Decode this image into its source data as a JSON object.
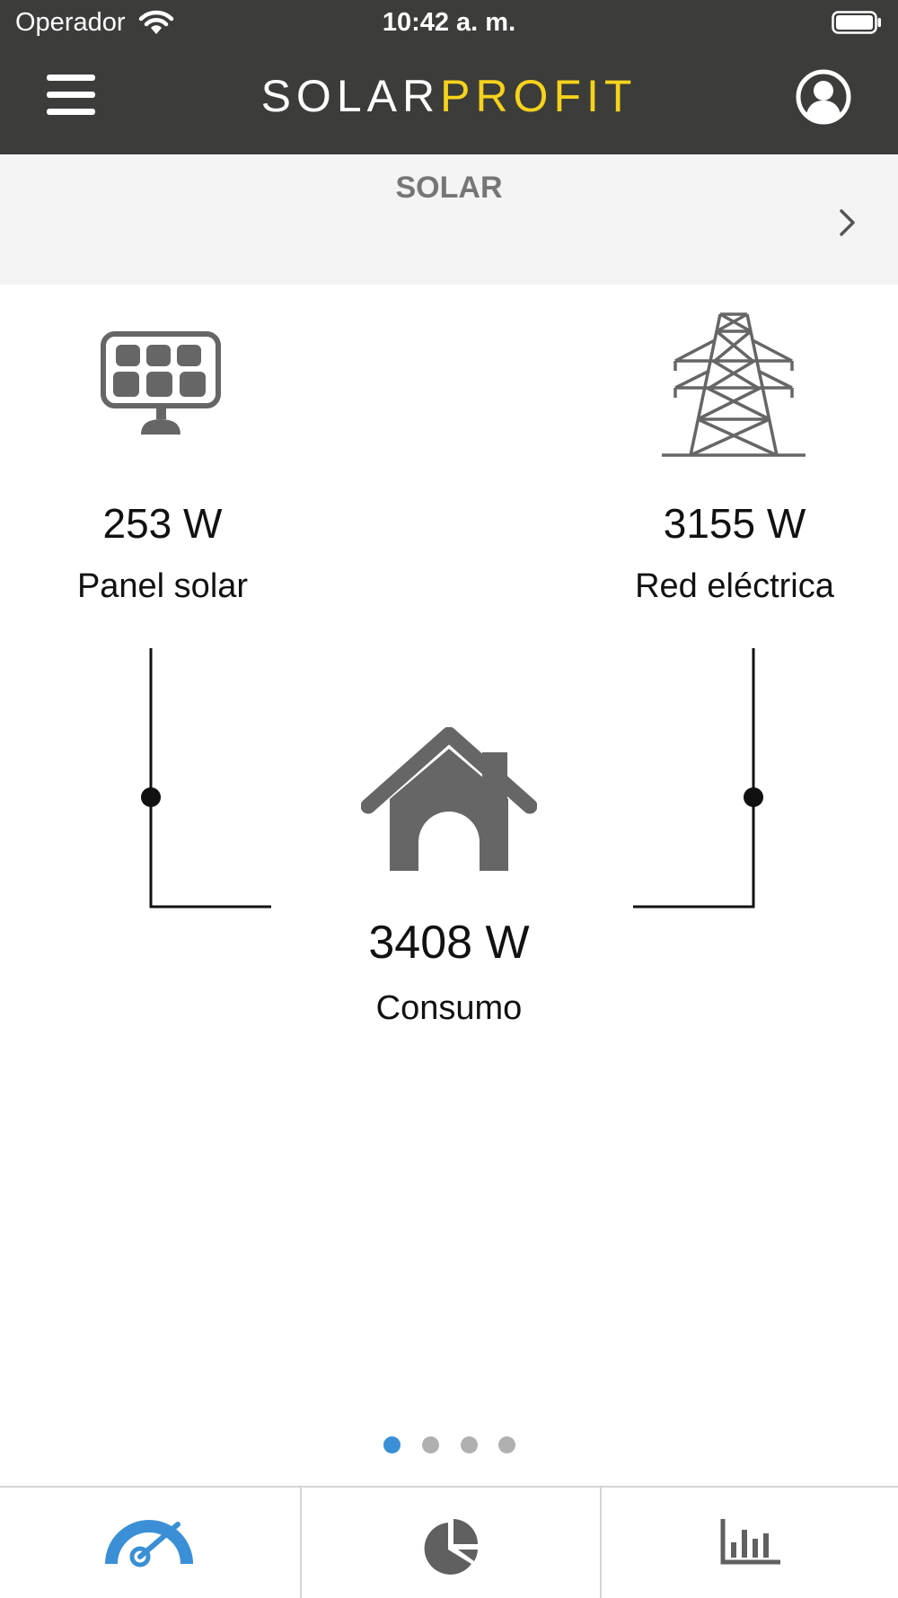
{
  "status_bar": {
    "carrier": "Operador",
    "time": "10:42 a. m."
  },
  "nav": {
    "brand_part1": "SOLAR",
    "brand_part2": "PROFIT",
    "brand_colors": {
      "part1": "#ffffff",
      "part2": "#f6d31b"
    },
    "icons": {
      "menu": "hamburger-icon",
      "profile": "user-circle-icon"
    }
  },
  "selector": {
    "title": "SOLAR",
    "next_icon": "chevron-right-icon"
  },
  "flow": {
    "solar": {
      "value": "253 W",
      "label": "Panel solar",
      "icon": "solar-panel-icon"
    },
    "grid": {
      "value": "3155 W",
      "label": "Red eléctrica",
      "icon": "power-tower-icon"
    },
    "consumption": {
      "value": "3408 W",
      "label": "Consumo",
      "icon": "house-icon"
    }
  },
  "pager": {
    "pages": 4,
    "active_page": 1
  },
  "tabbar": {
    "tabs": [
      {
        "icon": "gauge-icon",
        "active": true,
        "color": "#3a8fd6"
      },
      {
        "icon": "pie-chart-icon",
        "active": false,
        "color": "#606060"
      },
      {
        "icon": "bar-chart-icon",
        "active": false,
        "color": "#606060"
      }
    ]
  },
  "colors": {
    "header_bg": "#3c3c3b",
    "accent_yellow": "#f6d31b",
    "accent_blue": "#3a8fd6",
    "icon_gray": "#666666",
    "selector_bg": "#f4f4f4"
  }
}
